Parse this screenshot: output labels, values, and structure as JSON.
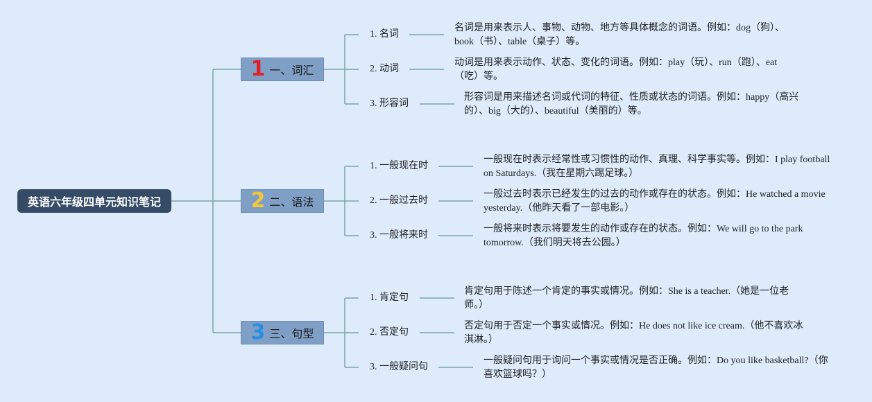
{
  "root": {
    "title": "英语六年级四单元知识笔记"
  },
  "branches": [
    {
      "number": "1",
      "number_color": "#e0202a",
      "label": "一、词汇",
      "items": [
        {
          "label": "1. 名词",
          "desc": "名词是用来表示人、事物、动物、地方等具体概念的词语。例如：dog（狗）、book（书）、table（桌子）等。"
        },
        {
          "label": "2. 动词",
          "desc": "动词是用来表示动作、状态、变化的词语。例如：play（玩）、run（跑）、eat（吃）等。"
        },
        {
          "label": "3. 形容词",
          "desc": "形容词是用来描述名词或代词的特征、性质或状态的词语。例如：happy（高兴的）、big（大的）、beautiful（美丽的）等。"
        }
      ]
    },
    {
      "number": "2",
      "number_color": "#f2c838",
      "label": "二、语法",
      "items": [
        {
          "label": "1. 一般现在时",
          "desc": "一般现在时表示经常性或习惯性的动作、真理、科学事实等。例如：I play football on Saturdays.（我在星期六踢足球。）"
        },
        {
          "label": "2. 一般过去时",
          "desc": "一般过去时表示已经发生的过去的动作或存在的状态。例如：He watched a movie yesterday.（他昨天看了一部电影。）"
        },
        {
          "label": "3. 一般将来时",
          "desc": "一般将来时表示将要发生的动作或存在的状态。例如：We will go to the park tomorrow.（我们明天将去公园。）"
        }
      ]
    },
    {
      "number": "3",
      "number_color": "#2a8fe0",
      "label": "三、句型",
      "items": [
        {
          "label": "1. 肯定句",
          "desc": "肯定句用于陈述一个肯定的事实或情况。例如：She is a teacher.（她是一位老师。）"
        },
        {
          "label": "2. 否定句",
          "desc": "否定句用于否定一个事实或情况。例如：He does not like ice cream.（他不喜欢冰淇淋。）"
        },
        {
          "label": "3. 一般疑问句",
          "desc": "一般疑问句用于询问一个事实或情况是否正确。例如：Do you like basketball?（你喜欢篮球吗？）"
        }
      ]
    }
  ]
}
